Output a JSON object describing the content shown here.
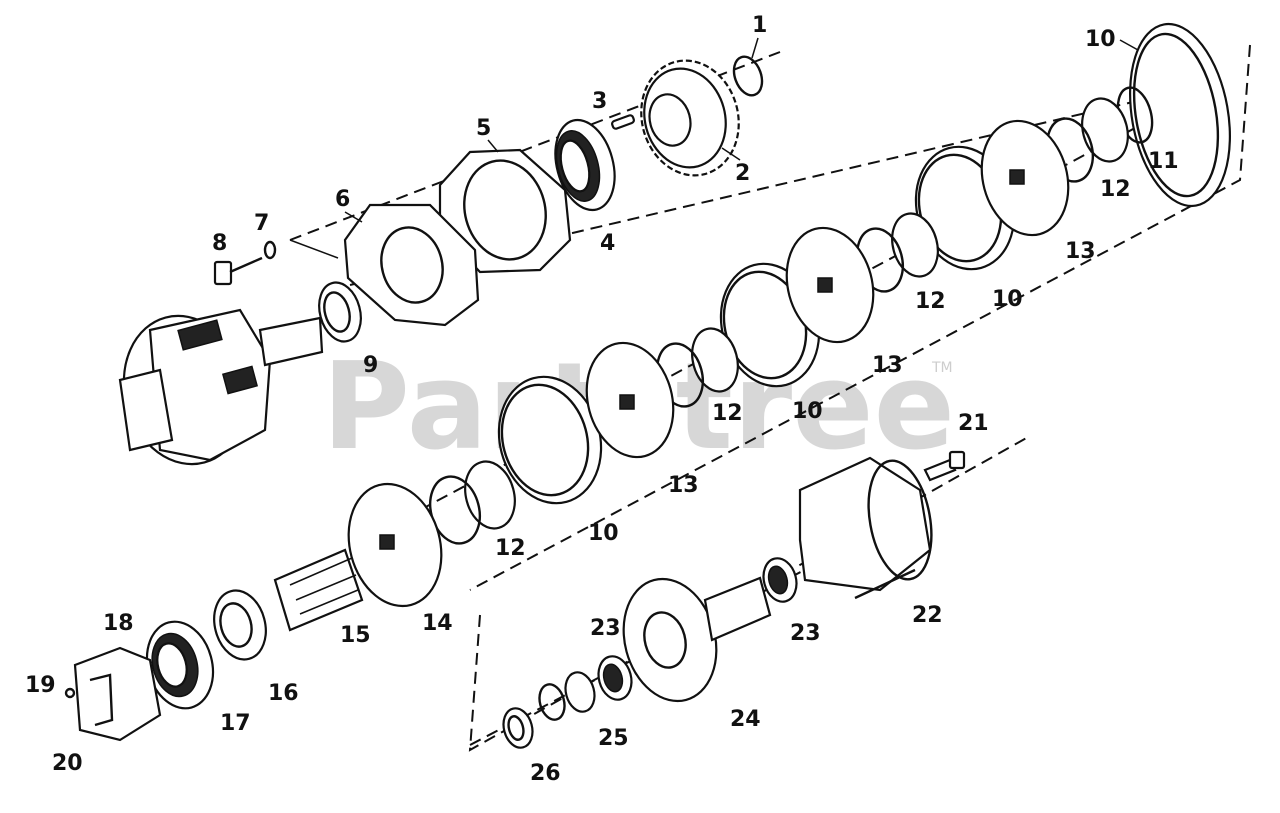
{
  "diagram": {
    "watermark": "Partstree",
    "watermark_tm": "TM",
    "callouts": {
      "c1": "1",
      "c2": "2",
      "c3": "3",
      "c4": "4",
      "c5": "5",
      "c6": "6",
      "c7": "7",
      "c8": "8",
      "c9": "9",
      "c10a": "10",
      "c10b": "10",
      "c10c": "10",
      "c10d": "10",
      "c11": "11",
      "c12a": "12",
      "c12b": "12",
      "c12c": "12",
      "c12d": "12",
      "c13a": "13",
      "c13b": "13",
      "c13c": "13",
      "c14": "14",
      "c15": "15",
      "c16": "16",
      "c17": "17",
      "c18": "18",
      "c19": "19",
      "c20": "20",
      "c21": "21",
      "c22": "22",
      "c23a": "23",
      "c23b": "23",
      "c24": "24",
      "c25": "25",
      "c26": "26"
    }
  }
}
